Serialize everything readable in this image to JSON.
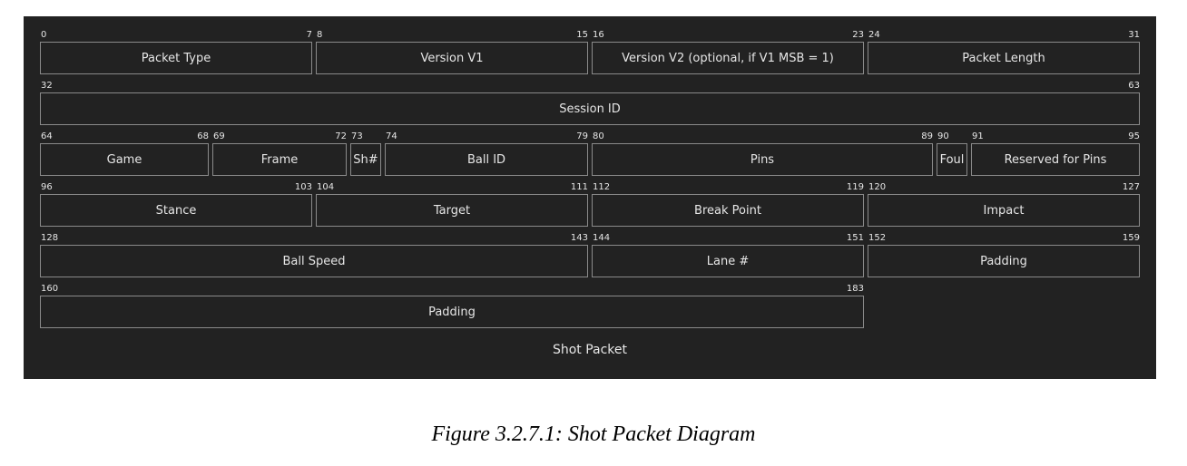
{
  "diagram": {
    "title": "Shot Packet",
    "rows": [
      {
        "fields": [
          {
            "label": "Packet Type",
            "start": "0",
            "end": "7"
          },
          {
            "label": "Version V1",
            "start": "8",
            "end": "15"
          },
          {
            "label": "Version V2 (optional, if V1 MSB = 1)",
            "start": "16",
            "end": "23"
          },
          {
            "label": "Packet Length",
            "start": "24",
            "end": "31"
          }
        ]
      },
      {
        "fields": [
          {
            "label": "Session ID",
            "start": "32",
            "end": "63"
          }
        ]
      },
      {
        "fields": [
          {
            "label": "Game",
            "start": "64",
            "end": "68"
          },
          {
            "label": "Frame",
            "start": "69",
            "end": "72"
          },
          {
            "label": "Sh#",
            "start": "73",
            "end": ""
          },
          {
            "label": "Ball ID",
            "start": "74",
            "end": "79"
          },
          {
            "label": "Pins",
            "start": "80",
            "end": "89"
          },
          {
            "label": "Foul",
            "start": "90",
            "end": ""
          },
          {
            "label": "Reserved for Pins",
            "start": "91",
            "end": "95"
          }
        ]
      },
      {
        "fields": [
          {
            "label": "Stance",
            "start": "96",
            "end": "103"
          },
          {
            "label": "Target",
            "start": "104",
            "end": "111"
          },
          {
            "label": "Break Point",
            "start": "112",
            "end": "119"
          },
          {
            "label": "Impact",
            "start": "120",
            "end": "127"
          }
        ]
      },
      {
        "fields": [
          {
            "label": "Ball Speed",
            "start": "128",
            "end": "143"
          },
          {
            "label": "Lane #",
            "start": "144",
            "end": "151"
          },
          {
            "label": "Padding",
            "start": "152",
            "end": "159"
          }
        ]
      },
      {
        "fields": [
          {
            "label": "Padding",
            "start": "160",
            "end": "183"
          }
        ]
      }
    ]
  },
  "caption": "Figure 3.2.7.1: Shot Packet Diagram",
  "colors": {
    "background": "#222222",
    "border": "#8a8a8a",
    "text": "#e6e6e6"
  }
}
